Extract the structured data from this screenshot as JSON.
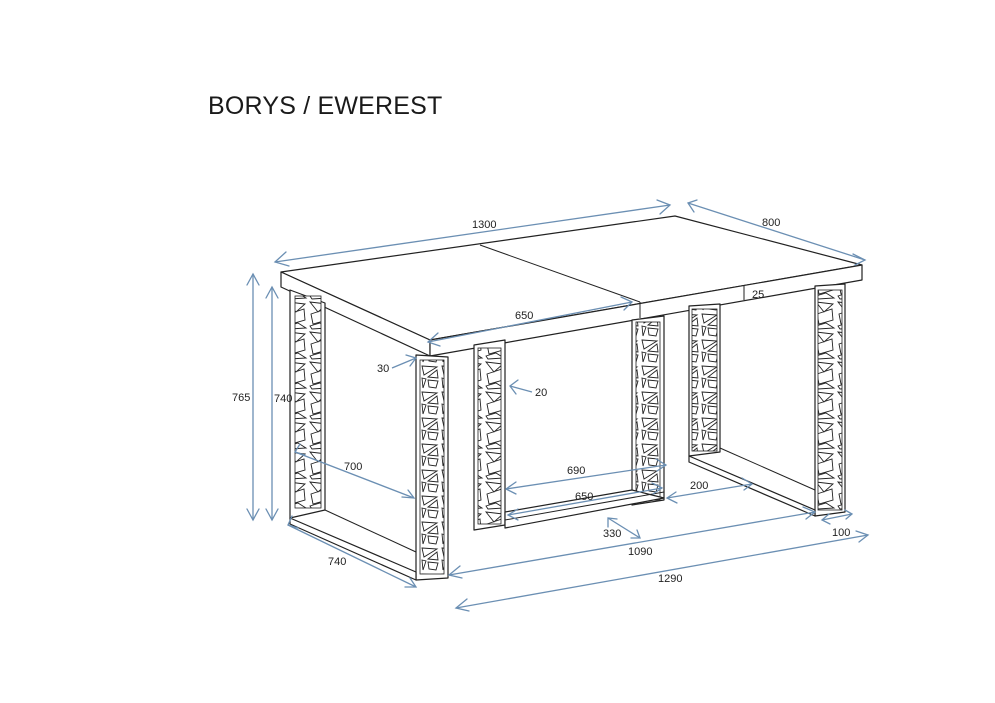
{
  "title": "BORYS / EWEREST",
  "colors": {
    "dimension_line": "#6b8fb3",
    "outline": "#222222",
    "background": "#ffffff"
  },
  "dimensions": {
    "top_length": "1300",
    "top_width": "800",
    "top_thickness": "25",
    "extension_length": "650",
    "total_height": "765",
    "leg_height": "740",
    "leg_depth_inner": "700",
    "leg_depth_outer": "740",
    "leg_offset_30": "30",
    "leg_thickness_20": "20",
    "frame_inner_width": "690",
    "frame_width": "650",
    "frame_offset": "330",
    "leg_spacing": "200",
    "leg_width": "100",
    "inner_span": "1090",
    "outer_span": "1290"
  }
}
